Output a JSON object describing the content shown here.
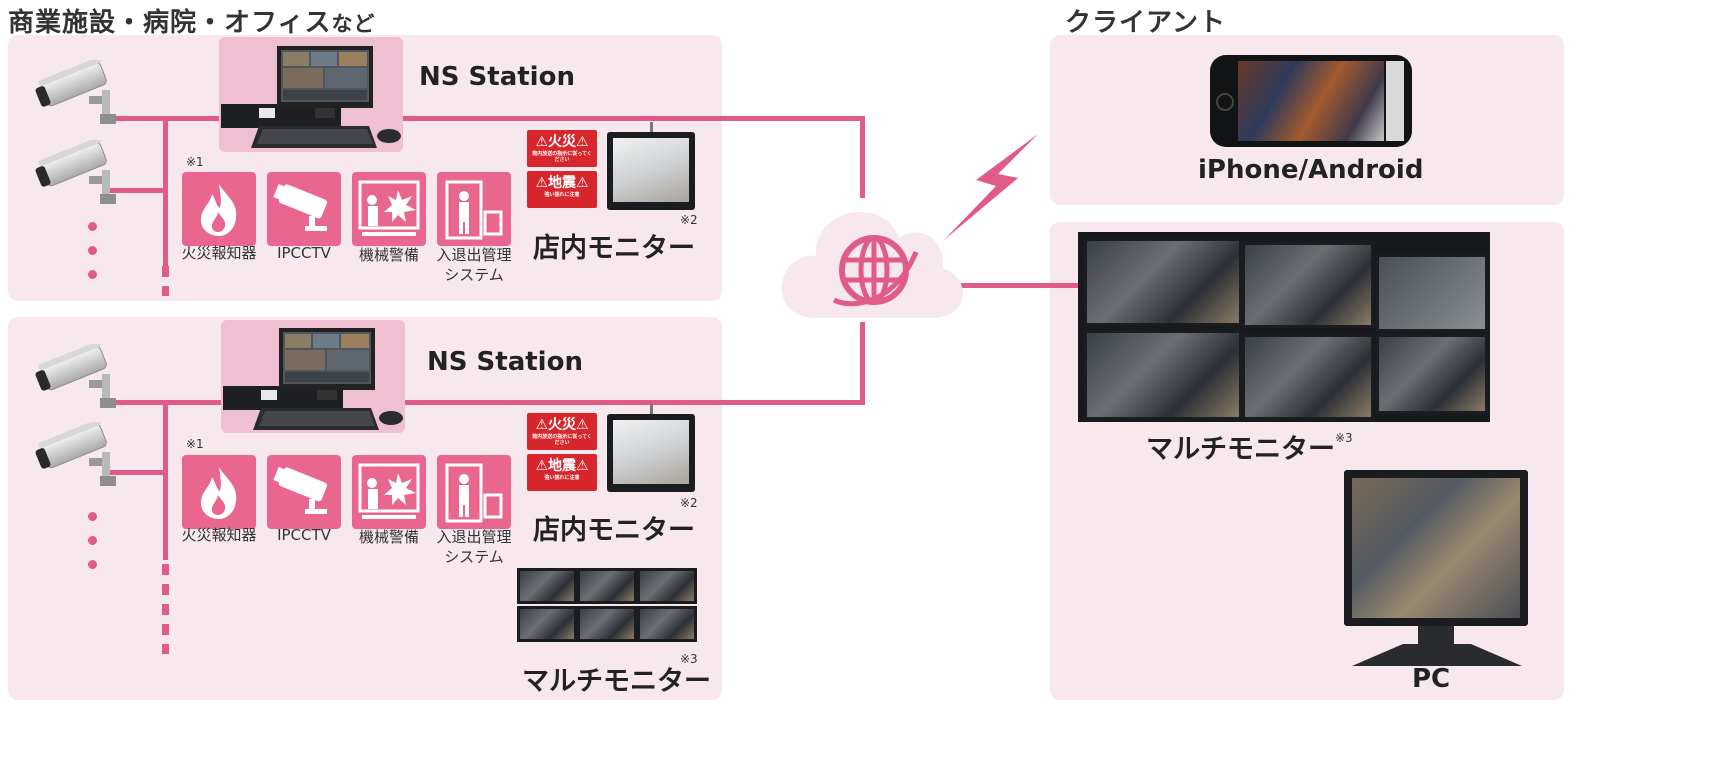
{
  "facility": {
    "heading": "商業施設・病院・オフィス",
    "heading_suffix": "など"
  },
  "client": {
    "heading": "クライアント"
  },
  "sites": [
    {
      "ns_station_label": "NS Station",
      "icons": [
        {
          "note": "※1",
          "icon": "fire-icon",
          "label": "火災報知器"
        },
        {
          "icon": "cctv-camera-icon",
          "label": "IPCCTV"
        },
        {
          "icon": "machine-alarm-icon",
          "label": "機械警備"
        },
        {
          "icon": "access-gate-icon",
          "label_line1": "入退出管理",
          "label_line2": "システム"
        }
      ],
      "monitor_label": "店内モニター",
      "monitor_note": "※2"
    },
    {
      "ns_station_label": "NS Station",
      "icons": [
        {
          "note": "※1",
          "icon": "fire-icon",
          "label": "火災報知器"
        },
        {
          "icon": "cctv-camera-icon",
          "label": "IPCCTV"
        },
        {
          "icon": "machine-alarm-icon",
          "label": "機械警備"
        },
        {
          "icon": "access-gate-icon",
          "label_line1": "入退出管理",
          "label_line2": "システム"
        }
      ],
      "monitor_label": "店内モニター",
      "monitor_note": "※2",
      "multi_label": "マルチモニター",
      "multi_note": "※3"
    }
  ],
  "warning_signs": {
    "fire_title": "火災",
    "fire_sub": "館内放送の指示に従ってください",
    "quake_title": "地震",
    "quake_sub": "強い揺れに注意"
  },
  "clients": {
    "mobile_label": "iPhone/Android",
    "multi_label": "マルチモニター",
    "multi_note": "※3",
    "pc_label": "PC"
  },
  "colors": {
    "accent": "#e05a8a",
    "panel": "#f7e8ee",
    "tile": "#e9668f"
  }
}
